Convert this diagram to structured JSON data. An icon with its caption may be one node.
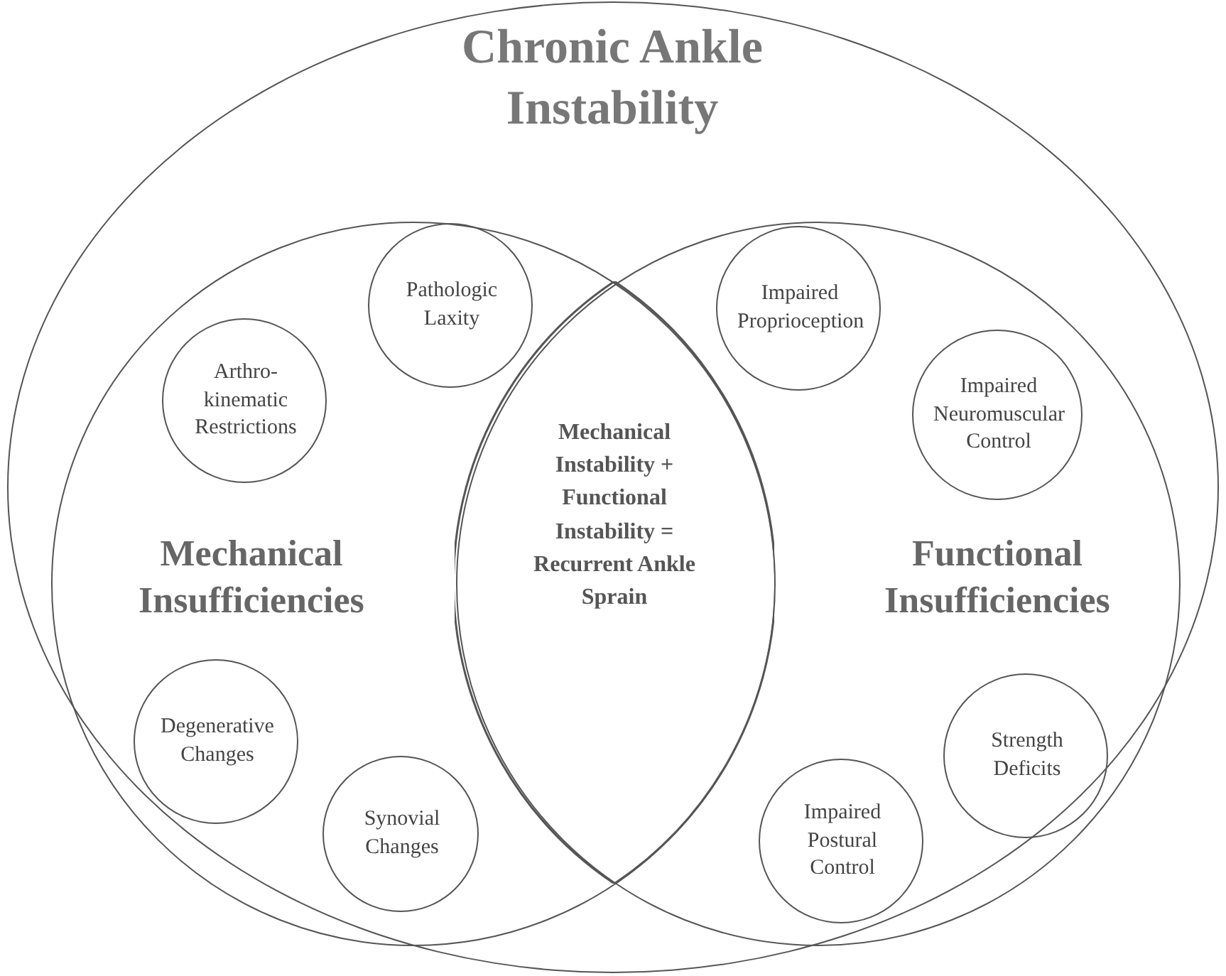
{
  "diagram": {
    "nodes": [
      {
        "text": [
          "Chronic Ankle Instability"
        ]
      },
      {
        "text": [
          "Mechanical Insufficiencies"
        ],
        "in": 0
      },
      {
        "text": [
          "Functional Insufficiencies"
        ],
        "in": 0
      },
      {
        "text": [
          "Mechanical Instability + Functional Instability = Recurrent Ankle Sprain"
        ]
      },
      {
        "text": [
          "Pathologic Laxity"
        ],
        "in": 1
      },
      {
        "text": [
          "Arthro- kinematic Restrictions"
        ],
        "in": 1
      },
      {
        "text": [
          "Degenerative Changes"
        ],
        "in": 1
      },
      {
        "text": [
          "Synovial Changes"
        ],
        "in": 1
      },
      {
        "text": [
          "Impaired Proprioception"
        ],
        "in": 2
      },
      {
        "text": [
          "Impaired Neuromuscular Control"
        ],
        "in": 2
      },
      {
        "text": [
          "Strength Deficits"
        ],
        "in": 2
      },
      {
        "text": [
          "Impaired Postural Control"
        ],
        "in": 2
      }
    ]
  }
}
